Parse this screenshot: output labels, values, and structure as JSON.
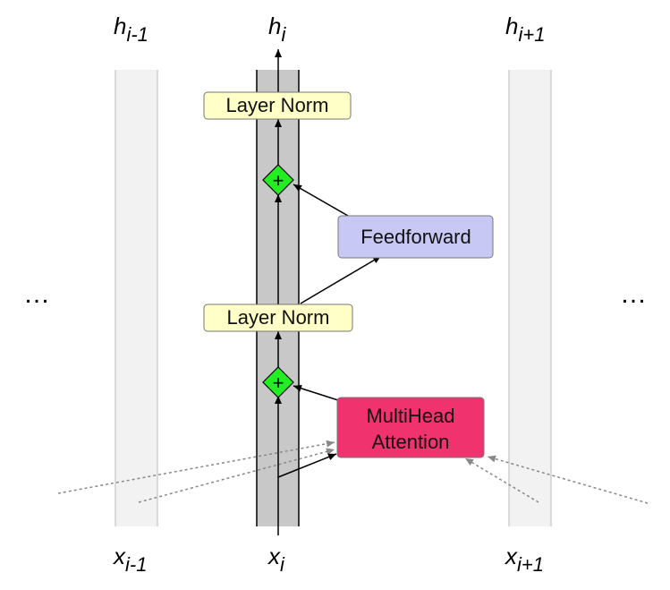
{
  "labels": {
    "h_prev": {
      "base": "h",
      "sub": "i-1"
    },
    "h_cur": {
      "base": "h",
      "sub": "i"
    },
    "h_next": {
      "base": "h",
      "sub": "i+1"
    },
    "x_prev": {
      "base": "x",
      "sub": "i-1"
    },
    "x_cur": {
      "base": "x",
      "sub": "i"
    },
    "x_next": {
      "base": "x",
      "sub": "i+1"
    }
  },
  "ellipsis_left": "…",
  "ellipsis_right": "…",
  "blocks": {
    "layer_norm_top": "Layer Norm",
    "layer_norm_bottom": "Layer Norm",
    "feedforward": "Feedforward",
    "multihead_line1": "MultiHead",
    "multihead_line2": "Attention",
    "plus_symbol": "+"
  },
  "colors": {
    "layer_norm_fill": "#ffffc8",
    "feedforward_fill": "#c8c8f5",
    "multihead_fill": "#f0326e",
    "add_fill": "#22ee22",
    "active_column_fill": "#c8c8c8",
    "inactive_column_fill": "#f2f2f2"
  }
}
